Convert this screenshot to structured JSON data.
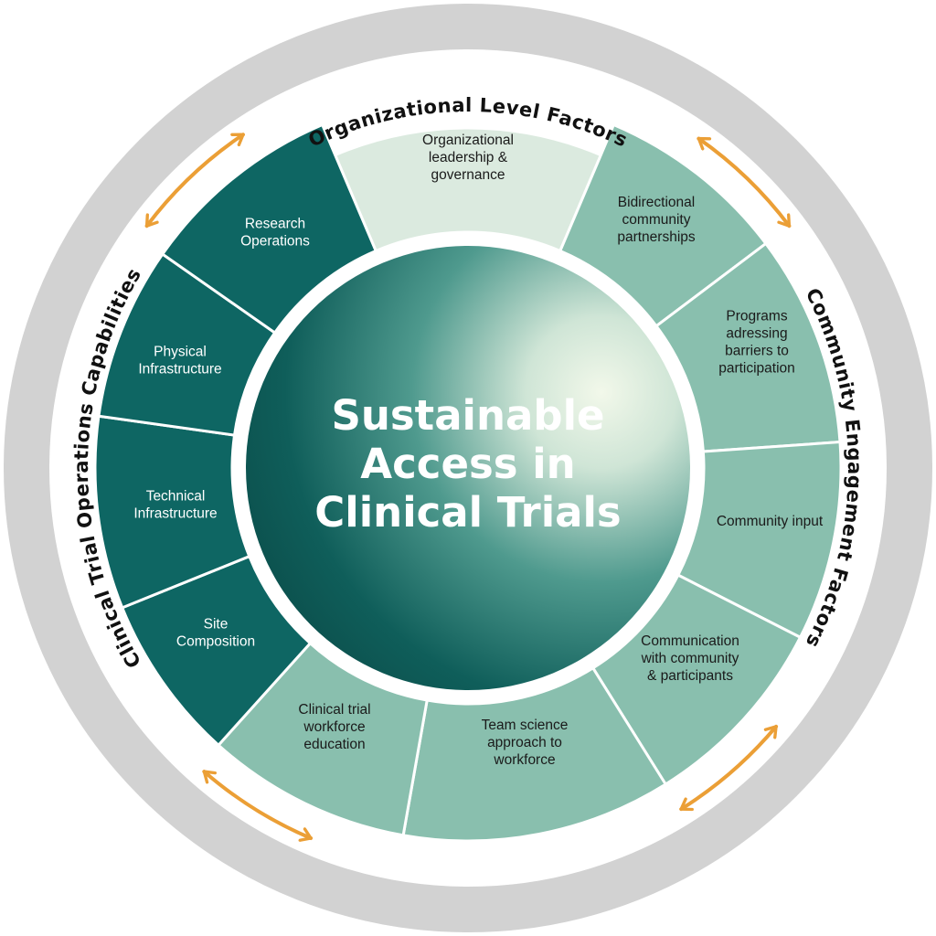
{
  "center": {
    "lines": [
      "Sustainable",
      "Access in",
      "Clinical Trials"
    ]
  },
  "ring_titles": {
    "top": "Organizational Level Factors",
    "right": "Community Engagement Factors",
    "left": "Clinical Trial Operations Capabilities"
  },
  "segments": [
    {
      "group": "organizational",
      "lines": [
        "Organizational",
        "leadership &",
        "governance"
      ]
    },
    {
      "group": "community",
      "lines": [
        "Bidirectional",
        "community",
        "partnerships"
      ]
    },
    {
      "group": "community",
      "lines": [
        "Programs",
        "adressing",
        "barriers to",
        "participation"
      ]
    },
    {
      "group": "community",
      "lines": [
        "Community input"
      ]
    },
    {
      "group": "community",
      "lines": [
        "Communication",
        "with community",
        "& participants"
      ]
    },
    {
      "group": "community",
      "lines": [
        "Team science",
        "approach to",
        "workforce"
      ]
    },
    {
      "group": "community",
      "lines": [
        "Clinical trial",
        "workforce",
        "education"
      ]
    },
    {
      "group": "operations",
      "lines": [
        "Site",
        "Composition"
      ]
    },
    {
      "group": "operations",
      "lines": [
        "Technical",
        "Infrastructure"
      ]
    },
    {
      "group": "operations",
      "lines": [
        "Physical",
        "Infrastructure"
      ]
    },
    {
      "group": "operations",
      "lines": [
        "Research",
        "Operations"
      ]
    }
  ],
  "colors": {
    "organizational": "#dbeadf",
    "community": "#89bfae",
    "operations": "#0e6663",
    "arrow": "#eb9f36",
    "outer_ring": "#d2d2d2"
  },
  "arrows": [
    "double-arrow-icon",
    "double-arrow-icon",
    "double-arrow-icon",
    "double-arrow-icon"
  ]
}
